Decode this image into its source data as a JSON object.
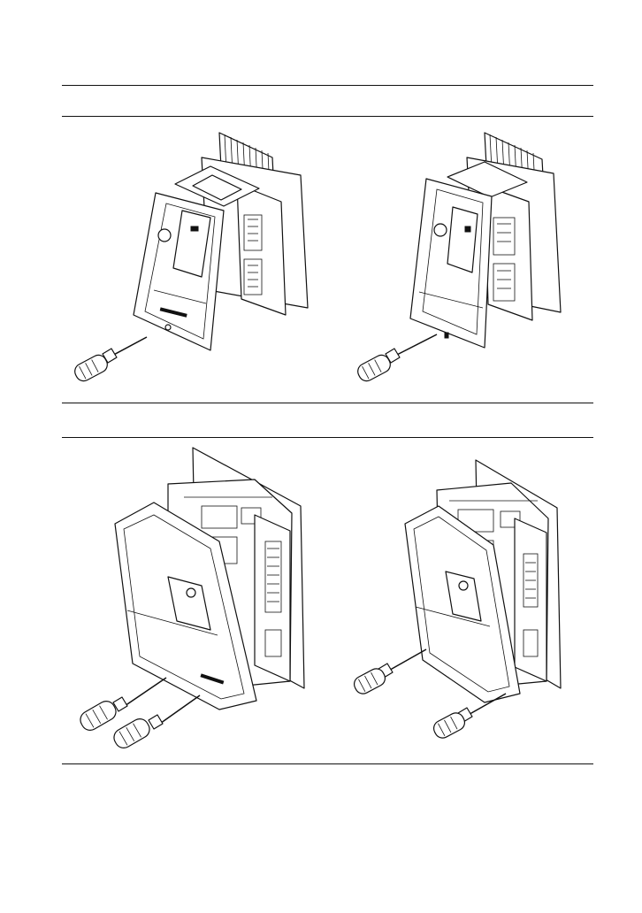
{
  "page": {
    "background": "#ffffff",
    "line_color": "#111111"
  },
  "figures": [
    {
      "id": "fig-1",
      "front_label": "",
      "icons": [
        "drive-with-heatsink",
        "screwdriver"
      ]
    },
    {
      "id": "fig-2",
      "icons": [
        "drive-with-heatsink",
        "screwdriver"
      ]
    },
    {
      "id": "fig-3",
      "icons": [
        "drive-open-cover",
        "screwdriver",
        "screwdriver"
      ]
    },
    {
      "id": "fig-4",
      "icons": [
        "drive-open-cover",
        "screwdriver",
        "screwdriver"
      ]
    }
  ]
}
